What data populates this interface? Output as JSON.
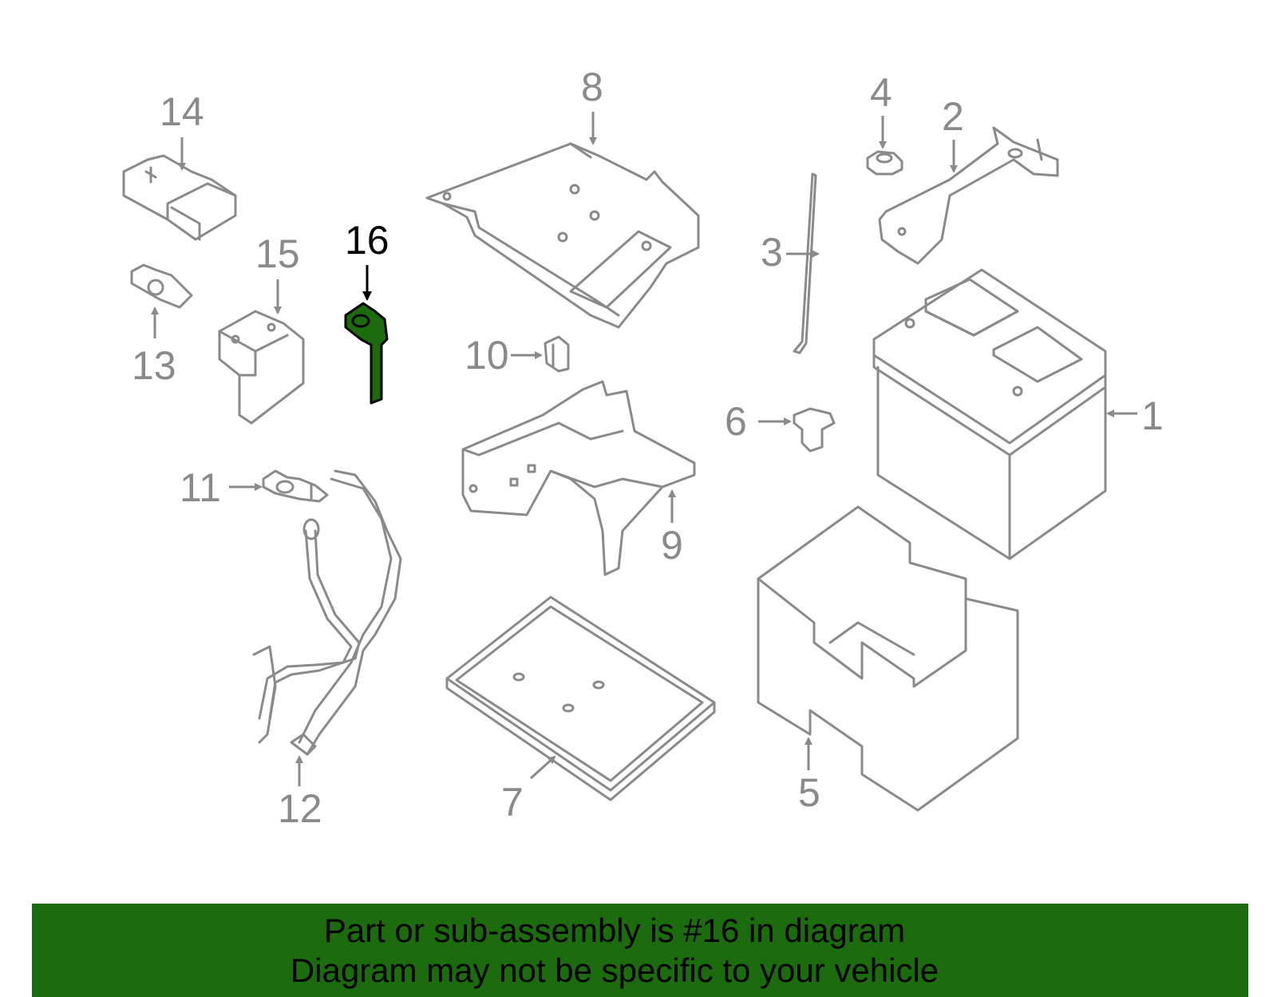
{
  "callouts": [
    "1",
    "2",
    "3",
    "4",
    "5",
    "6",
    "7",
    "8",
    "9",
    "10",
    "11",
    "12",
    "13",
    "14",
    "15",
    "16"
  ],
  "highlighted_callout": "16",
  "colors": {
    "part_gray": "#8a8a8a",
    "highlight_fill": "#1c6b0f",
    "banner_bg": "#1c6b0f"
  },
  "banner": {
    "line1": "Part or sub-assembly is #16 in diagram",
    "line2": "Diagram may not be specific to your vehicle"
  }
}
